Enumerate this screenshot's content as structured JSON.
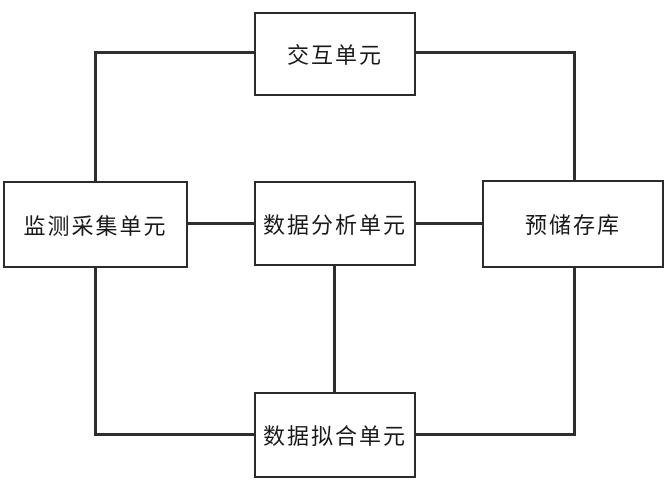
{
  "diagram": {
    "type": "block-diagram",
    "background_color": "#ffffff",
    "line_color": "#2e2e2e",
    "box_border_color": "#2b2b2b",
    "box_fill_color": "#ffffff",
    "nodes": [
      {
        "id": "interaction-unit",
        "label": "交互单元",
        "position": "top-center"
      },
      {
        "id": "monitoring-collection-unit",
        "label": "监测采集单元",
        "position": "middle-left"
      },
      {
        "id": "data-analysis-unit",
        "label": "数据分析单元",
        "position": "middle-center"
      },
      {
        "id": "pre-storage-repository",
        "label": "预储存库",
        "position": "middle-right"
      },
      {
        "id": "data-fitting-unit",
        "label": "数据拟合单元",
        "position": "bottom-center"
      }
    ],
    "edges": [
      {
        "from": "交互单元",
        "to": "监测采集单元",
        "style": "elbow"
      },
      {
        "from": "交互单元",
        "to": "预储存库",
        "style": "elbow"
      },
      {
        "from": "监测采集单元",
        "to": "数据分析单元",
        "style": "straight"
      },
      {
        "from": "数据分析单元",
        "to": "预储存库",
        "style": "straight"
      },
      {
        "from": "数据分析单元",
        "to": "数据拟合单元",
        "style": "straight"
      },
      {
        "from": "监测采集单元",
        "to": "数据拟合单元",
        "style": "elbow"
      },
      {
        "from": "预储存库",
        "to": "数据拟合单元",
        "style": "elbow"
      }
    ]
  }
}
